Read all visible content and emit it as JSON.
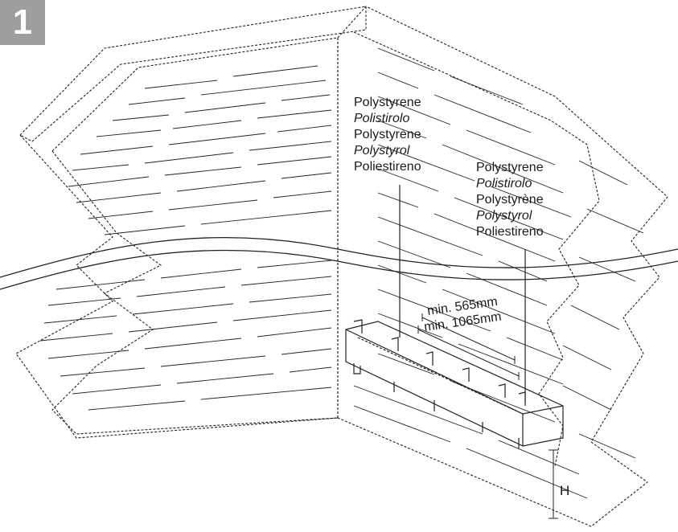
{
  "step_number": "1",
  "labels_left": [
    "Polystyrene",
    "Polistirolo",
    "Polystyrène",
    "Polystyrol",
    "Poliestireno"
  ],
  "labels_right": [
    "Polystyrene",
    "Polistirolo",
    "Polystyrène",
    "Polystyrol",
    "Poliestireno"
  ],
  "dimensions": {
    "min_small": "min. 565mm",
    "min_large": "min. 1065mm",
    "height": "H"
  },
  "colors": {
    "badge": "#9e9e9e",
    "line": "#222222"
  }
}
